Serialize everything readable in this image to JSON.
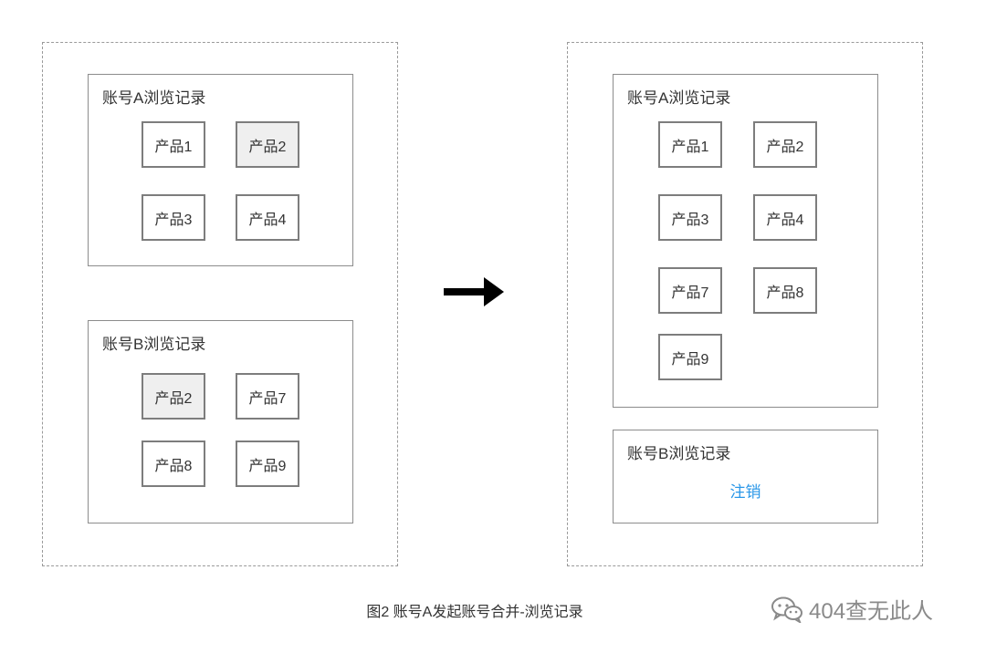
{
  "left_panel": {
    "account_a": {
      "title": "账号A浏览记录",
      "products": [
        "产品1",
        "产品2",
        "产品3",
        "产品4"
      ]
    },
    "account_b": {
      "title": "账号B浏览记录",
      "products": [
        "产品2",
        "产品7",
        "产品8",
        "产品9"
      ]
    }
  },
  "right_panel": {
    "account_a": {
      "title": "账号A浏览记录",
      "products": [
        "产品1",
        "产品2",
        "产品3",
        "产品4",
        "产品7",
        "产品8",
        "产品9"
      ]
    },
    "account_b": {
      "title": "账号B浏览记录",
      "status": "注销"
    }
  },
  "caption": "图2 账号A发起账号合并-浏览记录",
  "watermark": "404查无此人",
  "colors": {
    "duplicate_highlight": "#efefef",
    "cancel_text": "#2a97e8"
  }
}
